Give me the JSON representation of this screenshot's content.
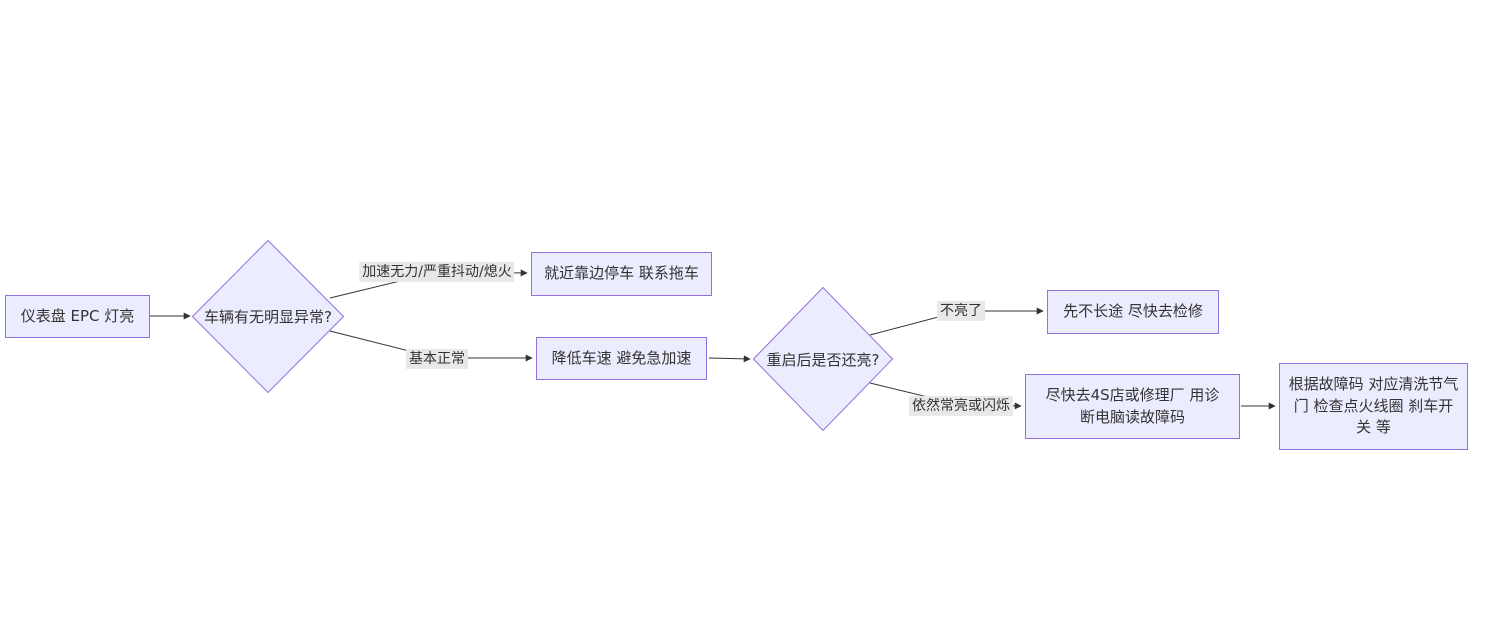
{
  "diagram": {
    "type": "flowchart",
    "direction": "left-to-right",
    "topic": "仪表盘 EPC 灯亮 故障处理流程",
    "colors": {
      "node_fill": "#ECECFF",
      "node_border": "#9370DB",
      "edge_color": "#333333",
      "edge_label_bg": "#e8e8e8",
      "text_color": "#333333",
      "background": "#ffffff"
    },
    "nodes": [
      {
        "id": "start",
        "shape": "rect",
        "label": "仪表盘 EPC 灯亮"
      },
      {
        "id": "check-abnormal",
        "shape": "diamond",
        "label": "车辆有无明显异常?"
      },
      {
        "id": "pull-over",
        "shape": "rect",
        "label": "就近靠边停车 联系拖车"
      },
      {
        "id": "slow-down",
        "shape": "rect",
        "label": "降低车速 避免急加速"
      },
      {
        "id": "restart-check",
        "shape": "diamond",
        "label": "重启后是否还亮?"
      },
      {
        "id": "go-repair-soon",
        "shape": "rect",
        "label": "先不长途 尽快去检修"
      },
      {
        "id": "garage-diagnose",
        "shape": "rect",
        "label": "尽快去4S店或修理厂 用诊断电脑读故障码"
      },
      {
        "id": "fix-by-code",
        "shape": "rect",
        "label": "根据故障码 对应清洗节气门 检查点火线圈 刹车开关 等"
      }
    ],
    "edges": [
      {
        "from": "start",
        "to": "check-abnormal",
        "label": ""
      },
      {
        "from": "check-abnormal",
        "to": "pull-over",
        "label": "加速无力/严重抖动/熄火"
      },
      {
        "from": "check-abnormal",
        "to": "slow-down",
        "label": "基本正常"
      },
      {
        "from": "slow-down",
        "to": "restart-check",
        "label": ""
      },
      {
        "from": "restart-check",
        "to": "go-repair-soon",
        "label": "不亮了"
      },
      {
        "from": "restart-check",
        "to": "garage-diagnose",
        "label": "依然常亮或闪烁"
      },
      {
        "from": "garage-diagnose",
        "to": "fix-by-code",
        "label": ""
      }
    ]
  }
}
